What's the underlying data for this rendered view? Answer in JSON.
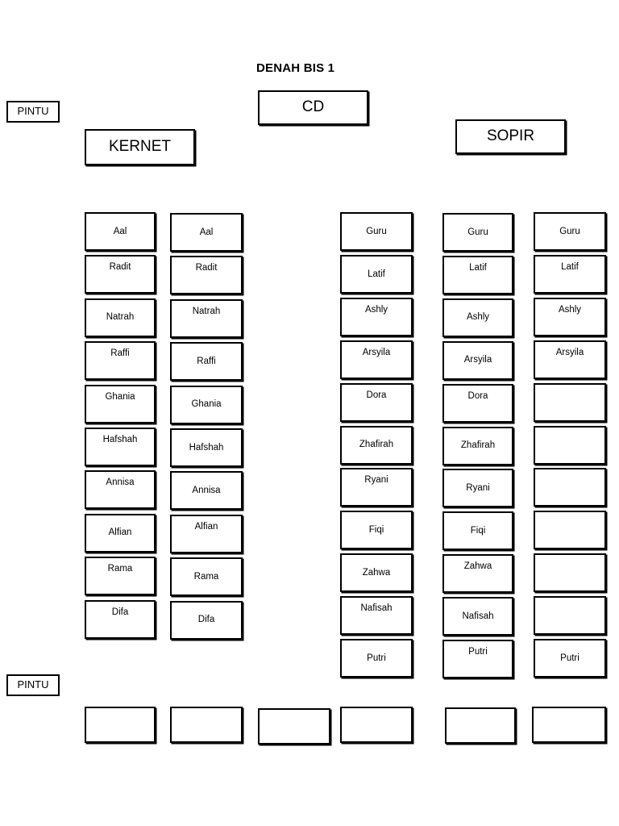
{
  "title": "DENAH BIS 1",
  "labels": {
    "pintu_top": "PINTU",
    "pintu_bottom": "PINTU",
    "kernet": "KERNET",
    "cd": "CD",
    "sopir": "SOPIR"
  },
  "columns": [
    {
      "id": "column-1",
      "seats": [
        {
          "name": "Aal",
          "align": "center"
        },
        {
          "name": "Radit",
          "align": "top"
        },
        {
          "name": "Natrah",
          "align": "center"
        },
        {
          "name": "Raffi",
          "align": "top"
        },
        {
          "name": "Ghania",
          "align": "top"
        },
        {
          "name": "Hafshah",
          "align": "top"
        },
        {
          "name": "Annisa",
          "align": "top"
        },
        {
          "name": "Alfian",
          "align": "center"
        },
        {
          "name": "Rama",
          "align": "top"
        },
        {
          "name": "Difa",
          "align": "top"
        }
      ]
    },
    {
      "id": "column-2",
      "seats": [
        {
          "name": "Aal",
          "align": "center"
        },
        {
          "name": "Radit",
          "align": "top"
        },
        {
          "name": "Natrah",
          "align": "top"
        },
        {
          "name": "Raffi",
          "align": "center"
        },
        {
          "name": "Ghania",
          "align": "center"
        },
        {
          "name": "Hafshah",
          "align": "center"
        },
        {
          "name": "Annisa",
          "align": "center"
        },
        {
          "name": "Alfian",
          "align": "top"
        },
        {
          "name": "Rama",
          "align": "center"
        },
        {
          "name": "Difa",
          "align": "center"
        }
      ]
    },
    {
      "id": "column-3",
      "seats": [
        {
          "name": "Guru",
          "align": "center"
        },
        {
          "name": "Latif",
          "align": "center"
        },
        {
          "name": "Ashly",
          "align": "top"
        },
        {
          "name": "Arsyila",
          "align": "top"
        },
        {
          "name": "Dora",
          "align": "top"
        },
        {
          "name": "Zhafirah",
          "align": "center"
        },
        {
          "name": "Ryani",
          "align": "top"
        },
        {
          "name": "Fiqi",
          "align": "center"
        },
        {
          "name": "Zahwa",
          "align": "center"
        },
        {
          "name": "Nafisah",
          "align": "top"
        },
        {
          "name": "Putri",
          "align": "center"
        }
      ]
    },
    {
      "id": "column-4",
      "seats": [
        {
          "name": "Guru",
          "align": "center"
        },
        {
          "name": "Latif",
          "align": "top"
        },
        {
          "name": "Ashly",
          "align": "center"
        },
        {
          "name": "Arsyila",
          "align": "center"
        },
        {
          "name": "Dora",
          "align": "top"
        },
        {
          "name": "Zhafirah",
          "align": "center"
        },
        {
          "name": "Ryani",
          "align": "center"
        },
        {
          "name": "Fiqi",
          "align": "center"
        },
        {
          "name": "Zahwa",
          "align": "top"
        },
        {
          "name": "Nafisah",
          "align": "center"
        },
        {
          "name": "Putri",
          "align": "top"
        }
      ]
    },
    {
      "id": "column-5",
      "seats": [
        {
          "name": "Guru",
          "align": "center"
        },
        {
          "name": "Latif",
          "align": "top"
        },
        {
          "name": "Ashly",
          "align": "top"
        },
        {
          "name": "Arsyila",
          "align": "top"
        },
        {
          "name": "",
          "align": "center"
        },
        {
          "name": "",
          "align": "center"
        },
        {
          "name": "",
          "align": "center"
        },
        {
          "name": "",
          "align": "center"
        },
        {
          "name": "",
          "align": "center"
        },
        {
          "name": "",
          "align": "center"
        },
        {
          "name": "Putri",
          "align": "center"
        }
      ]
    }
  ],
  "back_row": [
    {
      "id": "back-seat-1",
      "name": ""
    },
    {
      "id": "back-seat-2",
      "name": ""
    },
    {
      "id": "back-seat-3",
      "name": ""
    },
    {
      "id": "back-seat-4",
      "name": ""
    },
    {
      "id": "back-seat-5",
      "name": ""
    },
    {
      "id": "back-seat-6",
      "name": ""
    }
  ],
  "colors": {
    "background": "#ffffff",
    "stroke": "#000000",
    "text": "#000000"
  }
}
